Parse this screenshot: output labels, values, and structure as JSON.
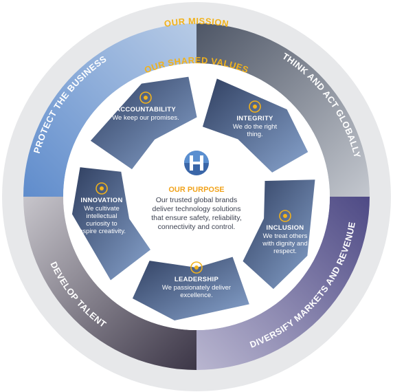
{
  "mission": {
    "title": "OUR MISSION",
    "items": [
      "PROTECT THE BUSINESS",
      "THINK AND ACT GLOBALLY",
      "DIVERSIFY MARKETS AND REVENUE",
      "DEVELOP TALENT"
    ]
  },
  "values": {
    "title": "OUR SHARED VALUES",
    "items": [
      {
        "title": "ACCOUNTABILITY",
        "desc": [
          "We keep our promises."
        ],
        "icon": "checklist-icon"
      },
      {
        "title": "INTEGRITY",
        "desc": [
          "We do the right",
          "thing."
        ],
        "icon": "handshake-icon"
      },
      {
        "title": "INCLUSION",
        "desc": [
          "We treat others",
          "with dignity and",
          "respect."
        ],
        "icon": "award-star-icon"
      },
      {
        "title": "LEADERSHIP",
        "desc": [
          "We passionately deliver",
          "excellence."
        ],
        "icon": "three-stars-icon"
      },
      {
        "title": "INNOVATION",
        "desc": [
          "We cultivate",
          "intellectual",
          "curiosity to",
          "inspire creativity."
        ],
        "icon": "lightbulb-icon"
      }
    ]
  },
  "purpose": {
    "title": "OUR PURPOSE",
    "lines": [
      "Our trusted global brands",
      "deliver technology solutions",
      "that ensure safety, reliability,",
      "connectivity and control."
    ],
    "logo_letter": "H"
  },
  "colors": {
    "gold": "#f1b21c",
    "outer_ring": "#e6e7e9",
    "protect": "#7ea3d6",
    "think": "#7d8592",
    "diversify": "#6e6a9a",
    "develop": "#6c6676",
    "value_shape": "#455779",
    "purpose_text": "#3c4150"
  }
}
